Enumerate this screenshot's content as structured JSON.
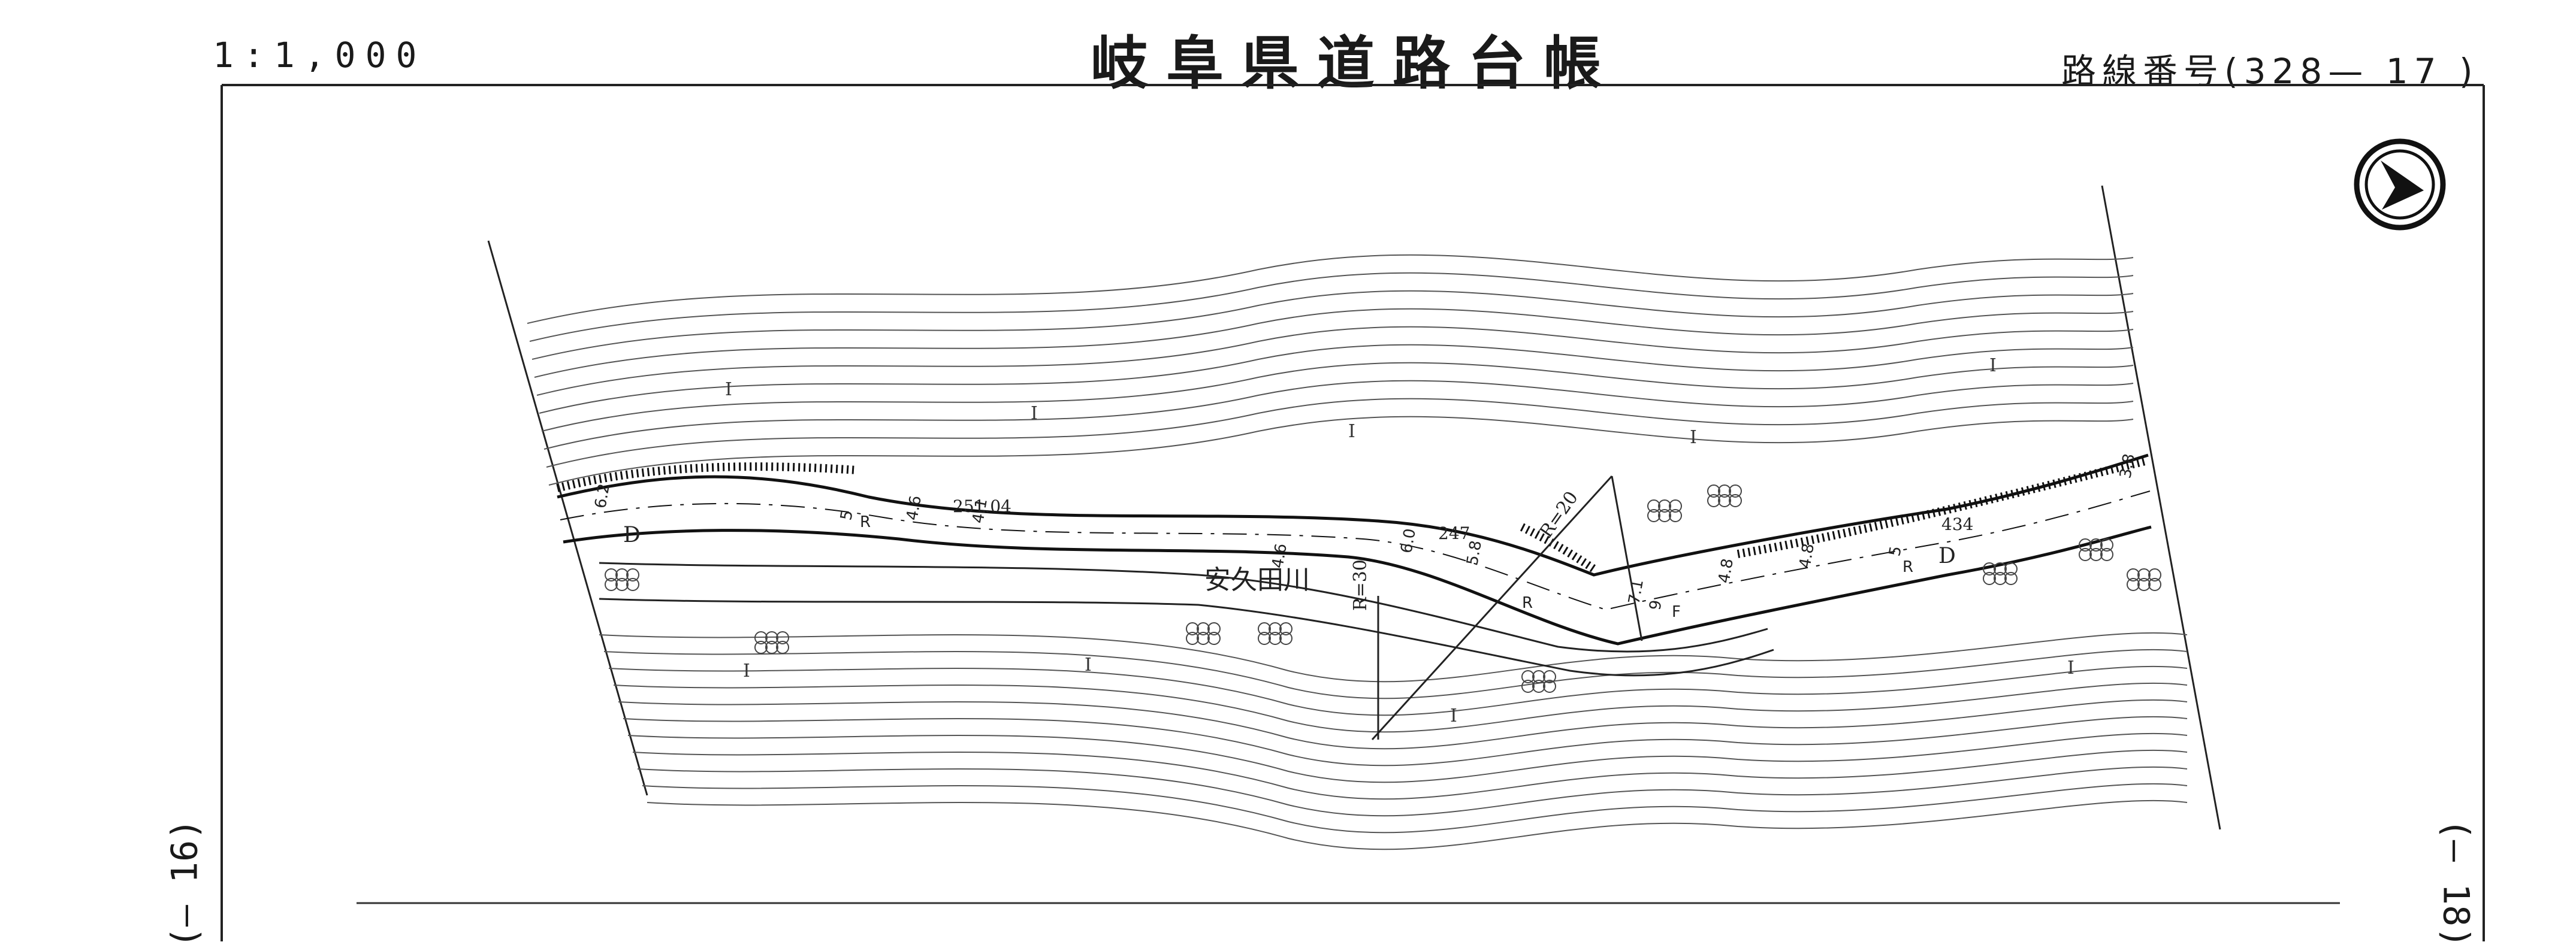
{
  "header": {
    "scale": "1:1,000",
    "title": "岐阜県道路台帳",
    "route_number": "路線番号(328— 17 )"
  },
  "side_labels": {
    "left": "(— 16)",
    "right": "(— 18)"
  },
  "map": {
    "north_symbol": "north-arrow-icon",
    "river_name": "安久田川",
    "road_labels": {
      "west_class": "D",
      "east_class": "D",
      "station_west": "251.04",
      "station_mid": "247",
      "station_east": "434",
      "curve_north": "R=20",
      "curve_south": "R=30"
    },
    "widths": [
      "6.2",
      "5",
      "4.6",
      "4.1",
      "4.6",
      "6.0",
      "5.8",
      "7.1",
      "9",
      "4.8",
      "4.8",
      "3.8",
      "5"
    ],
    "ground_marks": [
      "I",
      "I",
      "I",
      "I",
      "I",
      "I",
      "I",
      "I",
      "I"
    ],
    "feature_marks": [
      "R",
      "R",
      "R",
      "F"
    ]
  }
}
